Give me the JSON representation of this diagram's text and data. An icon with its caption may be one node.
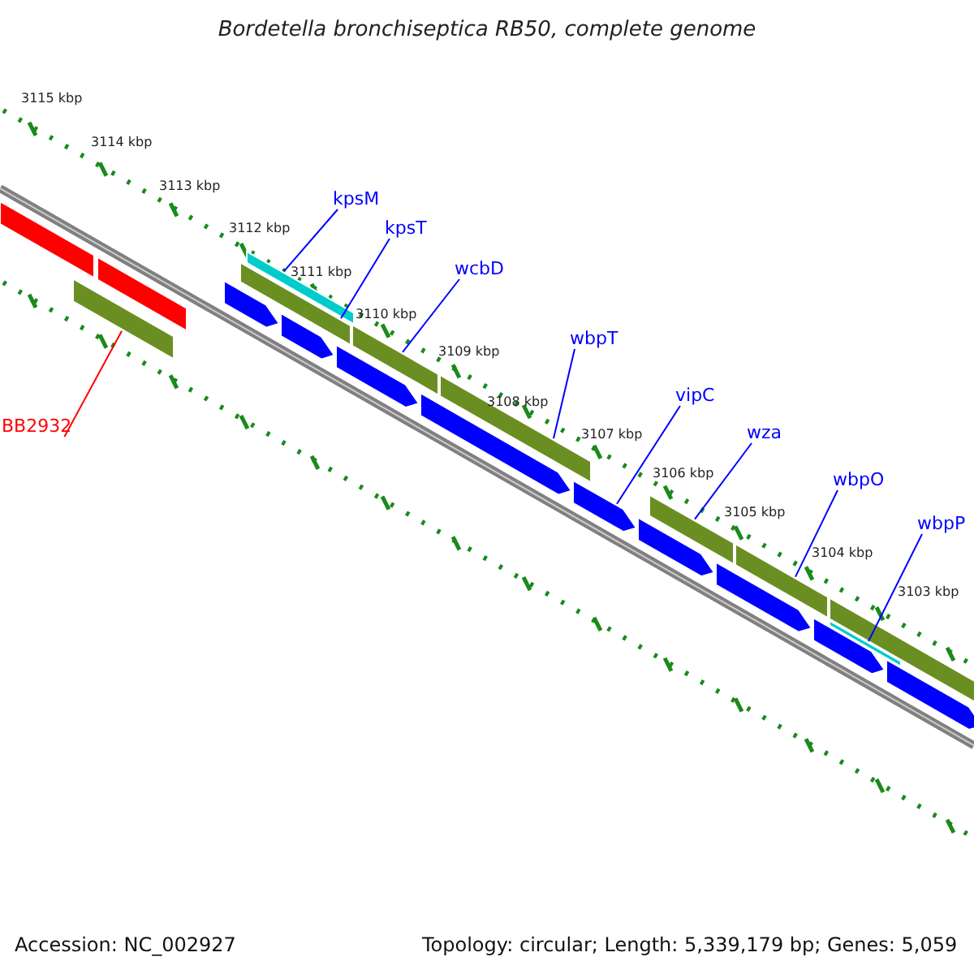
{
  "diagram": {
    "title": "Bordetella bronchiseptica RB50, complete genome",
    "nodes": [
      {
        "text": [
          "kpsM"
        ]
      },
      {
        "text": [
          "kpsT"
        ]
      },
      {
        "text": [
          "wcbD"
        ]
      },
      {
        "text": [
          "wbpT"
        ]
      },
      {
        "text": [
          "vipC"
        ]
      },
      {
        "text": [
          "wza"
        ]
      },
      {
        "text": [
          "wbpO"
        ]
      },
      {
        "text": [
          "wbpP"
        ]
      },
      {
        "text": [
          "BB2932"
        ]
      },
      {
        "text": [],
        "shape": "bar"
      },
      {
        "text": [],
        "shape": "bar"
      },
      {
        "text": [],
        "shape": "bar"
      },
      {
        "text": [],
        "shape": "bar"
      },
      {
        "text": [],
        "shape": "bar"
      },
      {
        "text": [],
        "shape": "bar"
      },
      {
        "text": [],
        "shape": "bar"
      },
      {
        "text": [],
        "shape": "bar"
      },
      {
        "text": [],
        "shape": "bar"
      },
      {
        "text": [],
        "shape": "bar"
      },
      {
        "text": [],
        "shape": "bar"
      },
      {
        "text": [],
        "shape": "bar"
      },
      {
        "text": [],
        "shape": "bar"
      },
      {
        "text": [],
        "shape": "bar"
      },
      {
        "text": [],
        "shape": "bar"
      },
      {
        "text": [],
        "shape": "bar"
      },
      {
        "text": [],
        "shape": "bar"
      },
      {
        "text": [],
        "shape": "bar"
      },
      {
        "text": [],
        "shape": "bar"
      },
      {
        "text": [],
        "shape": "bar"
      }
    ],
    "edges": [
      {
        "from": 0,
        "to": 14,
        "arrow": "none"
      },
      {
        "from": 1,
        "to": 13,
        "arrow": "none"
      },
      {
        "from": 2,
        "to": 17,
        "arrow": "none"
      },
      {
        "from": 3,
        "to": 19,
        "arrow": "none"
      },
      {
        "from": 4,
        "to": 20,
        "arrow": "none"
      },
      {
        "from": 5,
        "to": 22,
        "arrow": "none"
      },
      {
        "from": 6,
        "to": 24,
        "arrow": "none"
      },
      {
        "from": 7,
        "to": 26,
        "arrow": "none"
      },
      {
        "from": 8,
        "to": 10,
        "arrow": "none",
        "color": "#ff0000"
      }
    ],
    "labels": [
      "3115 kbp",
      "3114 kbp",
      "3113 kbp",
      "3112 kbp",
      "3111 kbp",
      "3110 kbp",
      "3109 kbp",
      "3108 kbp",
      "3107 kbp",
      "3106 kbp",
      "3105 kbp",
      "3104 kbp",
      "3103 kbp",
      "Accession: NC_002927",
      "Topology: circular; Length: 5,339,179 bp; Genes: 5,059"
    ]
  }
}
